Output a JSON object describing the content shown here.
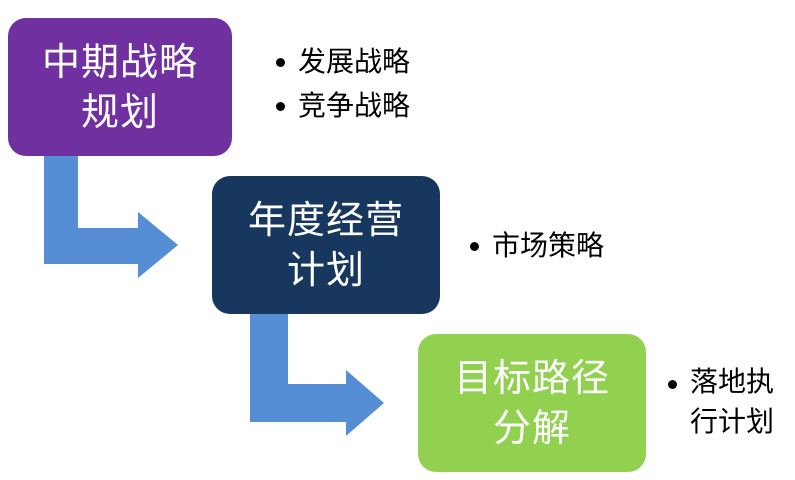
{
  "colors": {
    "step_1_fill": "#7030a0",
    "step_2_fill": "#17375e",
    "step_3_fill": "#92d050",
    "arrow_fill": "#558ed5"
  },
  "steps": [
    {
      "title_line_1": "中期战略",
      "title_line_2": "规划",
      "bullets": [
        "发展战略",
        "竞争战略"
      ]
    },
    {
      "title_line_1": "年度经营",
      "title_line_2": "计划",
      "bullets": [
        "市场策略"
      ]
    },
    {
      "title_line_1": "目标路径",
      "title_line_2": "分解",
      "bullets": [
        {
          "line_1": "落地执",
          "line_2": "行计划"
        }
      ]
    }
  ]
}
